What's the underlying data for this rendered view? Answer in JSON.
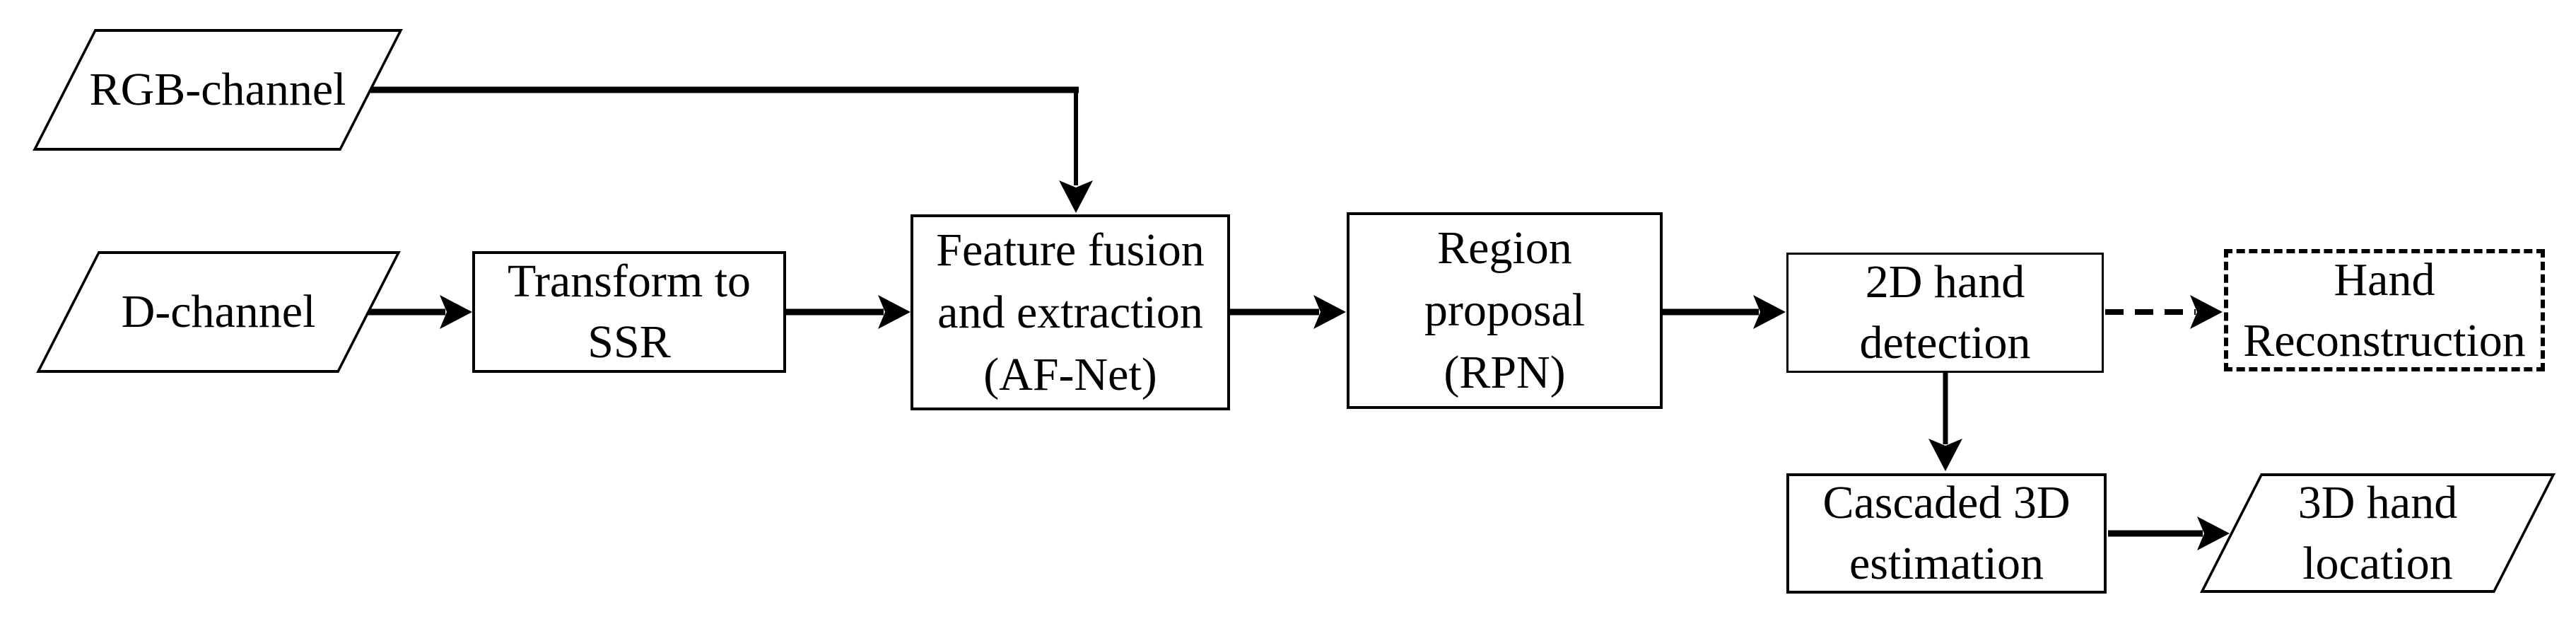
{
  "figure": {
    "background_color": "#ffffff",
    "line_color": "#000000"
  },
  "nodes": {
    "rgb_channel": {
      "label": "RGB-channel",
      "shape": "parallelogram"
    },
    "d_channel": {
      "label": "D-channel",
      "shape": "parallelogram"
    },
    "transform_ssr": {
      "label": "Transform to\nSSR",
      "shape": "rectangle"
    },
    "feature_fusion": {
      "label": "Feature fusion\nand extraction\n(AF-Net)",
      "shape": "rectangle"
    },
    "region_proposal": {
      "label": "Region\nproposal\n(RPN)",
      "shape": "rectangle"
    },
    "hand_detection_2d": {
      "label": "2D hand\ndetection",
      "shape": "rectangle"
    },
    "hand_reconstruction": {
      "label": "Hand\nReconstruction",
      "shape": "rectangle-dashed"
    },
    "cascaded_3d": {
      "label": "Cascaded 3D\nestimation",
      "shape": "rectangle"
    },
    "hand_location_3d": {
      "label": "3D hand\nlocation",
      "shape": "parallelogram"
    }
  },
  "edges": [
    {
      "from": "rgb_channel",
      "to": "feature_fusion",
      "style": "solid",
      "route": "right-then-down"
    },
    {
      "from": "d_channel",
      "to": "transform_ssr",
      "style": "solid",
      "route": "right"
    },
    {
      "from": "transform_ssr",
      "to": "feature_fusion",
      "style": "solid",
      "route": "right"
    },
    {
      "from": "feature_fusion",
      "to": "region_proposal",
      "style": "solid",
      "route": "right"
    },
    {
      "from": "region_proposal",
      "to": "hand_detection_2d",
      "style": "solid",
      "route": "right"
    },
    {
      "from": "hand_detection_2d",
      "to": "hand_reconstruction",
      "style": "dashed",
      "route": "right"
    },
    {
      "from": "hand_detection_2d",
      "to": "cascaded_3d",
      "style": "solid",
      "route": "down"
    },
    {
      "from": "cascaded_3d",
      "to": "hand_location_3d",
      "style": "solid",
      "route": "right"
    }
  ]
}
